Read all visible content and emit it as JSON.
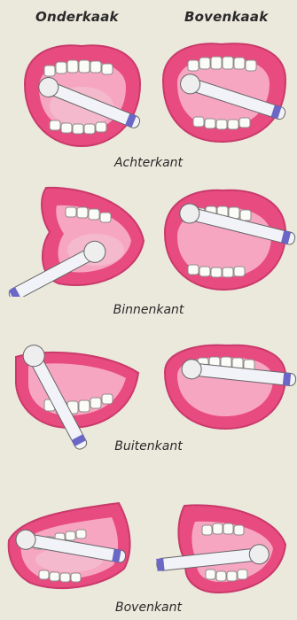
{
  "headers": {
    "lower_jaw": "Onderkaak",
    "upper_jaw": "Bovenkaak"
  },
  "sections": [
    {
      "label": "Achterkant"
    },
    {
      "label": "Binnenkant"
    },
    {
      "label": "Buitenkant"
    },
    {
      "label": "Bovenkant"
    }
  ],
  "colors": {
    "lips": "#e84b80",
    "lip_shadow": "#c93a6b",
    "mouth_inside": "#f7a6c2",
    "tongue": "#f4b9cd",
    "teeth": "#fbfbf7",
    "tooth_outline": "#8c8c8c",
    "brush_handle": "#f2f3f8",
    "brush_band": "#6a67c7",
    "background": "#ebe8dc"
  }
}
